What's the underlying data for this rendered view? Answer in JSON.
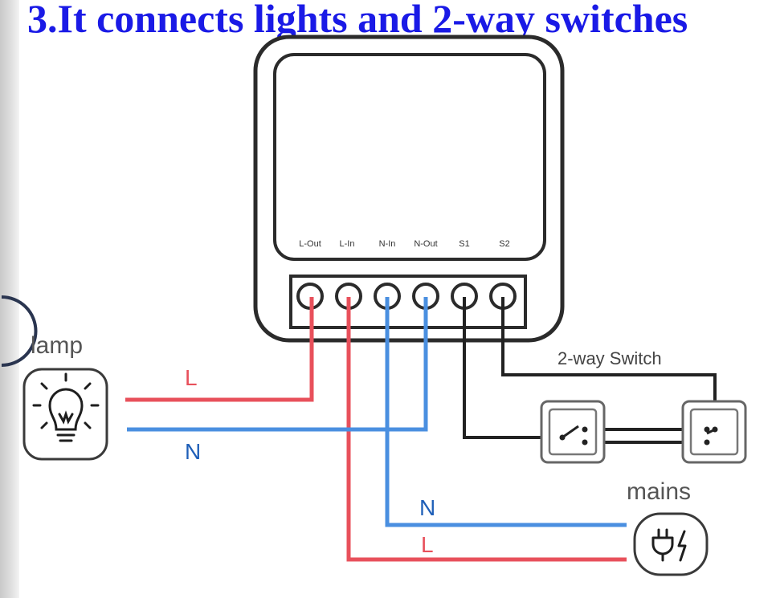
{
  "title": "3.It connects lights and 2-way switches",
  "terminals": [
    "L-Out",
    "L-In",
    "N-In",
    "N-Out",
    "S1",
    "S2"
  ],
  "lamp": {
    "label": "lamp",
    "icon": "light-bulb-icon"
  },
  "mains": {
    "label": "mains",
    "icon": "plug-icon"
  },
  "switch": {
    "label": "2-way Switch"
  },
  "wires": {
    "lamp_live": "L",
    "lamp_neutral": "N",
    "mains_neutral": "N",
    "mains_live": "L"
  },
  "colors": {
    "title": "#1a1ae6",
    "live": "#e8505b",
    "neutral": "#4a8fe0",
    "switch_wire": "#222222"
  }
}
